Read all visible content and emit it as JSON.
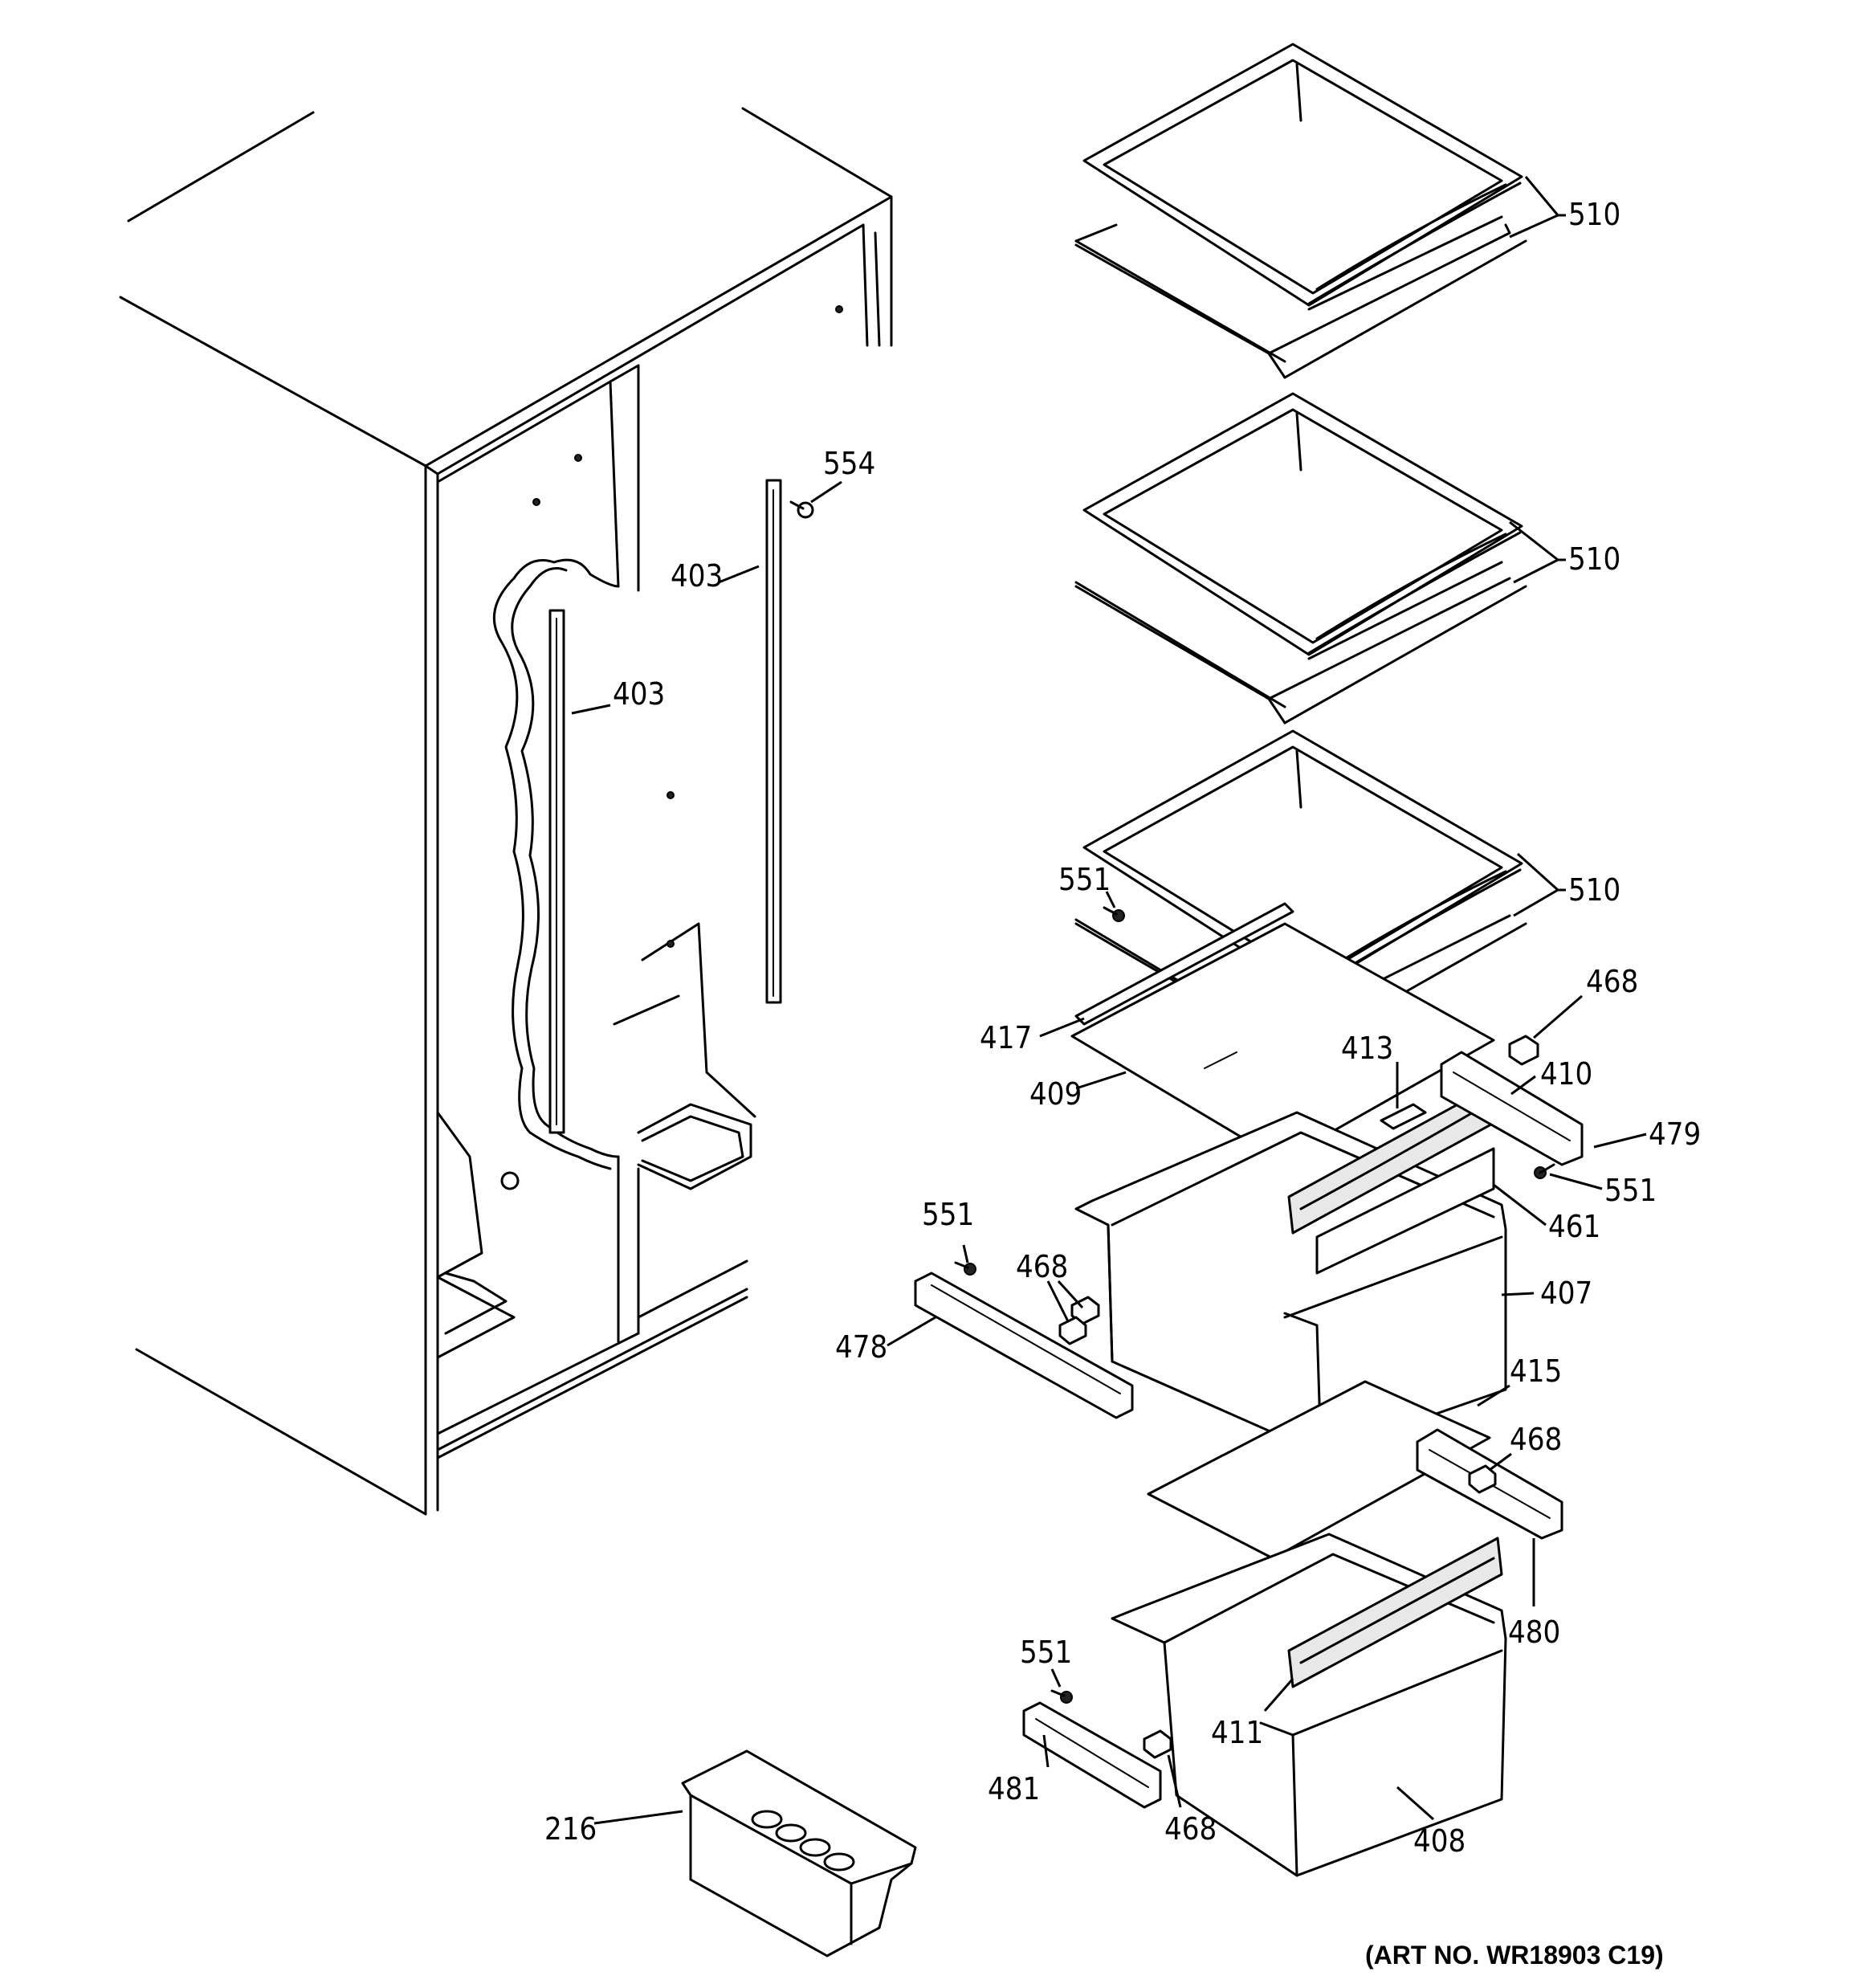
{
  "art_number": "(ART NO. WR18903 C19)",
  "callouts": [
    {
      "id": "510-a",
      "text": "510"
    },
    {
      "id": "510-b",
      "text": "510"
    },
    {
      "id": "510-c",
      "text": "510"
    },
    {
      "id": "554",
      "text": "554"
    },
    {
      "id": "403-a",
      "text": "403"
    },
    {
      "id": "403-b",
      "text": "403"
    },
    {
      "id": "551-a",
      "text": "551"
    },
    {
      "id": "468-a",
      "text": "468"
    },
    {
      "id": "417",
      "text": "417"
    },
    {
      "id": "413",
      "text": "413"
    },
    {
      "id": "410",
      "text": "410"
    },
    {
      "id": "409",
      "text": "409"
    },
    {
      "id": "479",
      "text": "479"
    },
    {
      "id": "551-b",
      "text": "551"
    },
    {
      "id": "461",
      "text": "461"
    },
    {
      "id": "551-c",
      "text": "551"
    },
    {
      "id": "468-b",
      "text": "468"
    },
    {
      "id": "407",
      "text": "407"
    },
    {
      "id": "478",
      "text": "478"
    },
    {
      "id": "415",
      "text": "415"
    },
    {
      "id": "468-c",
      "text": "468"
    },
    {
      "id": "480",
      "text": "480"
    },
    {
      "id": "551-d",
      "text": "551"
    },
    {
      "id": "411",
      "text": "411"
    },
    {
      "id": "481",
      "text": "481"
    },
    {
      "id": "468-d",
      "text": "468"
    },
    {
      "id": "408",
      "text": "408"
    },
    {
      "id": "216",
      "text": "216"
    }
  ]
}
